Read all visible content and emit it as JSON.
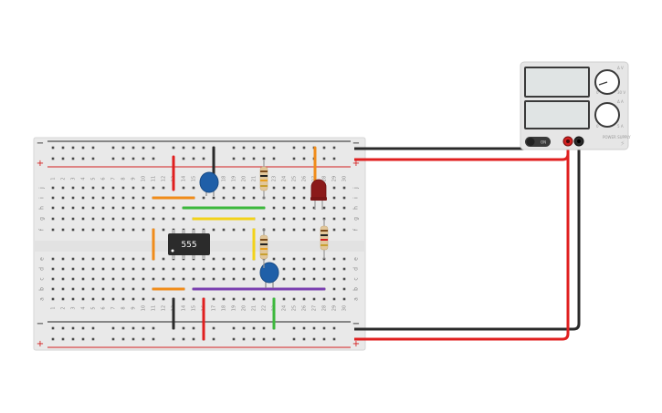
{
  "breadboard": {
    "columns": 30,
    "rows_top": [
      "j",
      "i",
      "h",
      "g",
      "f"
    ],
    "rows_bottom": [
      "e",
      "d",
      "c",
      "b",
      "a"
    ],
    "rail_minus": "−",
    "rail_plus": "+",
    "colors": {
      "board": "#e9e9e9",
      "hole": "#4a4a4a",
      "rail_red": "#d32020",
      "rail_black": "#222222"
    }
  },
  "chip": {
    "label": "555",
    "color": "#2b2b2b"
  },
  "power_supply": {
    "on_label": "ON",
    "knob1_marks": [
      "Δ V",
      "0",
      "30 V"
    ],
    "knob2_marks": [
      "Δ A",
      "0",
      "5 A"
    ],
    "brand_label": "POWER SUPPLY",
    "colors": {
      "body": "#e6e6e6",
      "screen": "#e0e4e4"
    }
  },
  "components": {
    "capacitor_color": "#1f5fa8",
    "led_color": "#8b1a1a",
    "resistor_body": "#e2c79a"
  },
  "wire_colors": {
    "red": "#e01f1f",
    "black": "#2a2a2a",
    "orange": "#f08c1a",
    "yellow": "#f2d21a",
    "green": "#3cb83c",
    "purple": "#7a3fb0"
  }
}
